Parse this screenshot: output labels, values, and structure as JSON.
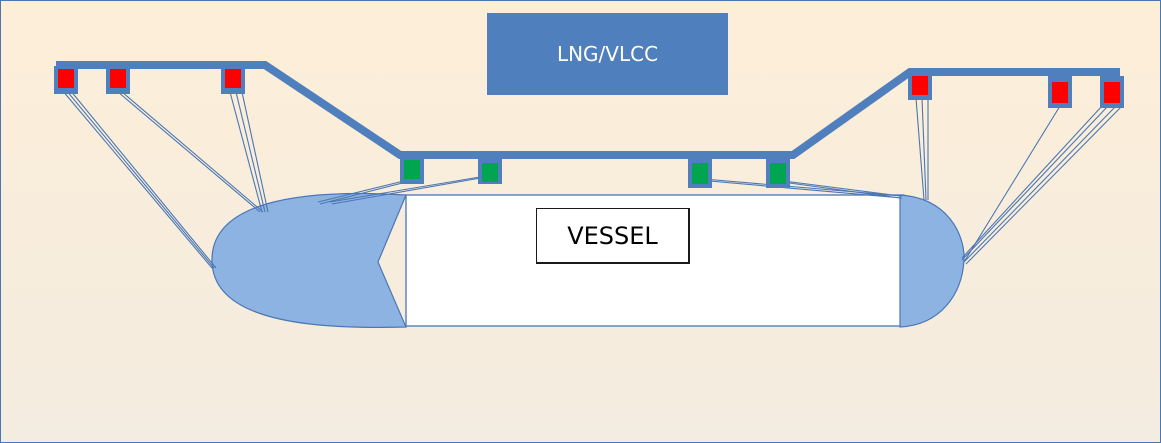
{
  "title": "LNG/VLCC",
  "vessel_label": "VESSEL",
  "colors": {
    "background_top": "#fdeed8",
    "background_bottom": "#f3ece0",
    "frame": "#4a77b4",
    "title_box": "#4f7fbd",
    "walkway": "#4f7fbd",
    "vessel_ends": "#8db3e2",
    "mooring_line": "#4a77b4",
    "bollard_active": "#ff0000",
    "bollard_secondary": "#00a550"
  },
  "bollards": [
    {
      "id": "b1",
      "color": "red"
    },
    {
      "id": "b2",
      "color": "red"
    },
    {
      "id": "b3",
      "color": "red"
    },
    {
      "id": "b4",
      "color": "green"
    },
    {
      "id": "b5",
      "color": "green"
    },
    {
      "id": "b6",
      "color": "green"
    },
    {
      "id": "b7",
      "color": "green"
    },
    {
      "id": "b8",
      "color": "red"
    },
    {
      "id": "b9",
      "color": "red"
    },
    {
      "id": "b10",
      "color": "red"
    }
  ]
}
